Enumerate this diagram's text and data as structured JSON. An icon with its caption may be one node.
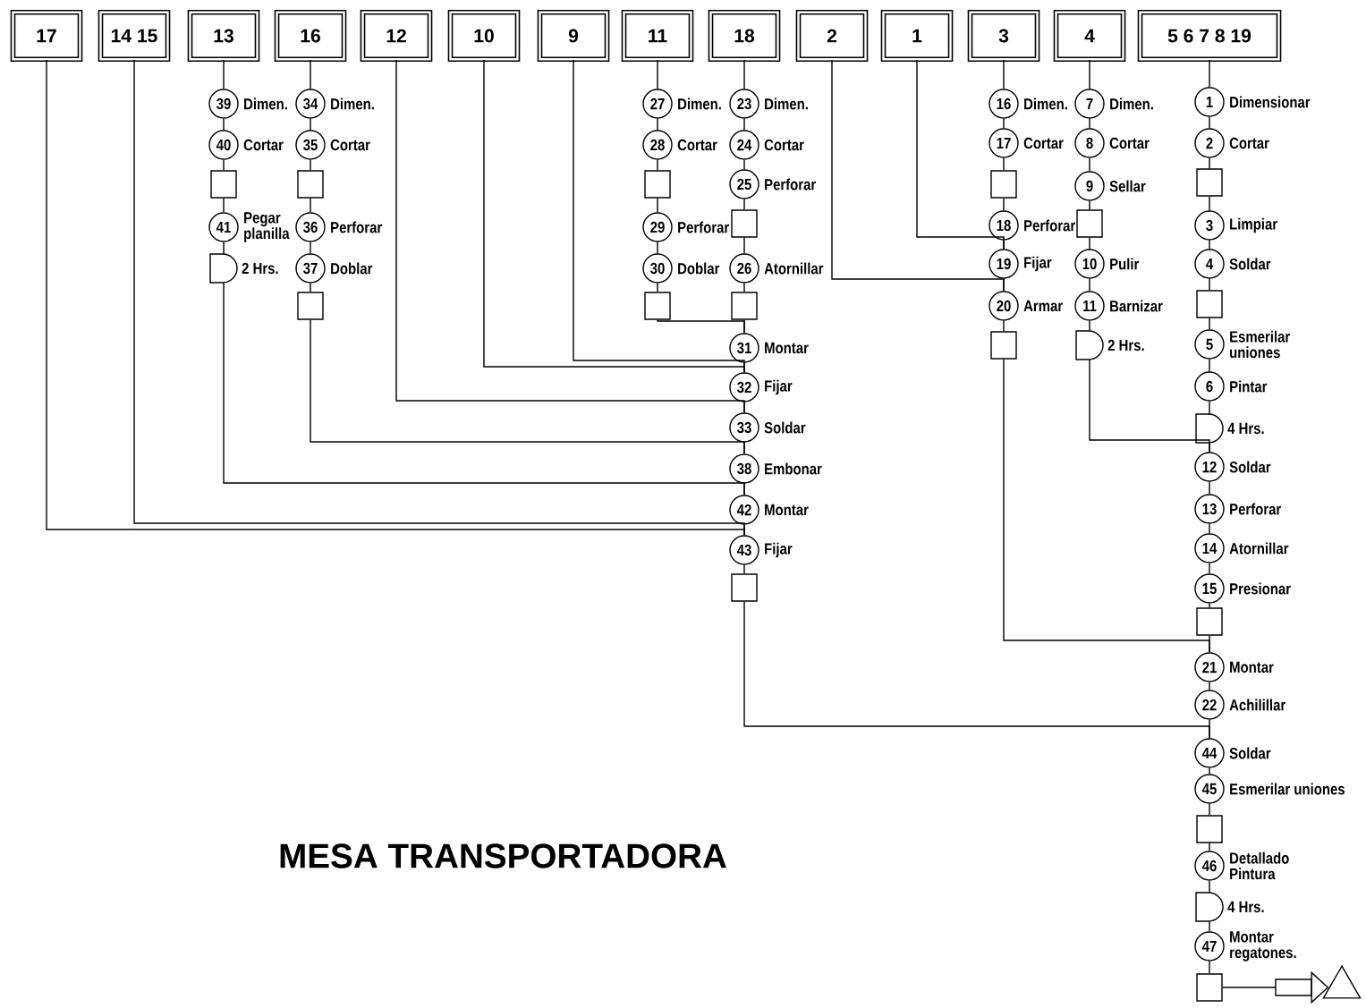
{
  "diagram": {
    "title": "MESA TRANSPORTADORA",
    "nodes": [
      {
        "text": [
          "17"
        ]
      },
      {
        "text": [
          "14 15"
        ]
      },
      {
        "text": [
          "13"
        ]
      },
      {
        "text": [
          "16"
        ]
      },
      {
        "text": [
          "12"
        ]
      },
      {
        "text": [
          "10"
        ]
      },
      {
        "text": [
          "9"
        ]
      },
      {
        "text": [
          "11"
        ]
      },
      {
        "text": [
          "18"
        ]
      },
      {
        "text": [
          "2"
        ]
      },
      {
        "text": [
          "1"
        ]
      },
      {
        "text": [
          "3"
        ]
      },
      {
        "text": [
          "4"
        ]
      },
      {
        "text": [
          "5 6 7 8 19"
        ]
      },
      {
        "text": [
          "39"
        ],
        "beside": [
          "Dimen."
        ]
      },
      {
        "text": [
          "40"
        ],
        "beside": [
          "Cortar"
        ]
      },
      {
        "text": [],
        "shape": "box"
      },
      {
        "text": [
          "41"
        ],
        "beside": [
          "Pegar planilla"
        ]
      },
      {
        "text": [],
        "shape": "semicircle",
        "beside": [
          "2 Hrs."
        ]
      },
      {
        "text": [
          "34"
        ],
        "beside": [
          "Dimen."
        ]
      },
      {
        "text": [
          "35"
        ],
        "beside": [
          "Cortar"
        ]
      },
      {
        "text": [],
        "shape": "box"
      },
      {
        "text": [
          "36"
        ],
        "beside": [
          "Perforar"
        ]
      },
      {
        "text": [
          "37"
        ],
        "beside": [
          "Doblar"
        ]
      },
      {
        "text": [],
        "shape": "box"
      },
      {
        "text": [
          "27"
        ],
        "beside": [
          "Dimen."
        ]
      },
      {
        "text": [
          "28"
        ],
        "beside": [
          "Cortar"
        ]
      },
      {
        "text": [],
        "shape": "box"
      },
      {
        "text": [
          "29"
        ],
        "beside": [
          "Perforar"
        ]
      },
      {
        "text": [
          "30"
        ],
        "beside": [
          "Doblar"
        ]
      },
      {
        "text": [],
        "shape": "box"
      },
      {
        "text": [
          "23"
        ],
        "beside": [
          "Dimen."
        ]
      },
      {
        "text": [
          "24"
        ],
        "beside": [
          "Cortar"
        ]
      },
      {
        "text": [
          "25"
        ],
        "beside": [
          "Perforar"
        ]
      },
      {
        "text": [],
        "shape": "box"
      },
      {
        "text": [
          "26"
        ],
        "beside": [
          "Atornillar"
        ]
      },
      {
        "text": [],
        "shape": "box"
      },
      {
        "text": [
          "31"
        ],
        "beside": [
          "Montar"
        ]
      },
      {
        "text": [
          "32"
        ],
        "beside": [
          "Fijar"
        ]
      },
      {
        "text": [
          "33"
        ],
        "beside": [
          "Soldar"
        ]
      },
      {
        "text": [
          "38"
        ],
        "beside": [
          "Embonar"
        ]
      },
      {
        "text": [
          "42"
        ],
        "beside": [
          "Montar"
        ]
      },
      {
        "text": [
          "43"
        ],
        "beside": [
          "Fijar"
        ]
      },
      {
        "text": [],
        "shape": "box"
      },
      {
        "text": [
          "16"
        ],
        "beside": [
          "Dimen."
        ]
      },
      {
        "text": [
          "17"
        ],
        "beside": [
          "Cortar"
        ]
      },
      {
        "text": [],
        "shape": "box"
      },
      {
        "text": [
          "18"
        ],
        "beside": [
          "Perforar"
        ]
      },
      {
        "text": [
          "19"
        ],
        "beside": [
          "Fijar"
        ]
      },
      {
        "text": [
          "20"
        ],
        "beside": [
          "Armar"
        ]
      },
      {
        "text": [],
        "shape": "box"
      },
      {
        "text": [
          "7"
        ],
        "beside": [
          "Dimen."
        ]
      },
      {
        "text": [
          "8"
        ],
        "beside": [
          "Cortar"
        ]
      },
      {
        "text": [
          "9"
        ],
        "beside": [
          "Sellar"
        ]
      },
      {
        "text": [],
        "shape": "box"
      },
      {
        "text": [
          "10"
        ],
        "beside": [
          "Pulir"
        ]
      },
      {
        "text": [
          "11"
        ],
        "beside": [
          "Barnizar"
        ]
      },
      {
        "text": [],
        "shape": "semicircle",
        "beside": [
          "2 Hrs."
        ]
      },
      {
        "text": [
          "1"
        ],
        "beside": [
          "Dimensionar"
        ]
      },
      {
        "text": [
          "2"
        ],
        "beside": [
          "Cortar"
        ]
      },
      {
        "text": [],
        "shape": "box"
      },
      {
        "text": [
          "3"
        ],
        "beside": [
          "Limpiar"
        ]
      },
      {
        "text": [
          "4"
        ],
        "beside": [
          "Soldar"
        ]
      },
      {
        "text": [],
        "shape": "box"
      },
      {
        "text": [
          "5"
        ],
        "beside": [
          "Esmerilar uniones"
        ]
      },
      {
        "text": [
          "6"
        ],
        "beside": [
          "Pintar"
        ]
      },
      {
        "text": [],
        "shape": "semicircle",
        "beside": [
          "4 Hrs."
        ]
      },
      {
        "text": [
          "12"
        ],
        "beside": [
          "Soldar"
        ]
      },
      {
        "text": [
          "13"
        ],
        "beside": [
          "Perforar"
        ]
      },
      {
        "text": [
          "14"
        ],
        "beside": [
          "Atornillar"
        ]
      },
      {
        "text": [
          "15"
        ],
        "beside": [
          "Presionar"
        ]
      },
      {
        "text": [],
        "shape": "box"
      },
      {
        "text": [
          "21"
        ],
        "beside": [
          "Montar"
        ]
      },
      {
        "text": [
          "22"
        ],
        "beside": [
          "Achilillar"
        ]
      },
      {
        "text": [
          "44"
        ],
        "beside": [
          "Soldar"
        ]
      },
      {
        "text": [
          "45"
        ],
        "beside": [
          "Esmerilar uniones"
        ]
      },
      {
        "text": [],
        "shape": "box"
      },
      {
        "text": [
          "46"
        ],
        "beside": [
          "Detallado Pintura"
        ]
      },
      {
        "text": [],
        "shape": "semicircle",
        "beside": [
          "4 Hrs."
        ]
      },
      {
        "text": [
          "47"
        ],
        "beside": [
          "Montar regatones."
        ]
      },
      {
        "text": [],
        "shape": "box"
      },
      {
        "text": [],
        "shape": "triangle"
      }
    ],
    "edges": [
      {
        "from": 2,
        "to": 14,
        "arrow": "none"
      },
      {
        "from": 3,
        "to": 19,
        "arrow": "none"
      },
      {
        "from": 7,
        "to": 25,
        "arrow": "none"
      },
      {
        "from": 8,
        "to": 31,
        "arrow": "none"
      },
      {
        "from": 11,
        "to": 44,
        "arrow": "none"
      },
      {
        "from": 12,
        "to": 51,
        "arrow": "none"
      },
      {
        "from": 13,
        "to": 58,
        "arrow": "none"
      },
      {
        "from": 14,
        "to": 15,
        "arrow": "none"
      },
      {
        "from": 15,
        "to": 16,
        "arrow": "none"
      },
      {
        "from": 16,
        "to": 17,
        "arrow": "none"
      },
      {
        "from": 17,
        "to": 18,
        "arrow": "none"
      },
      {
        "from": 19,
        "to": 20,
        "arrow": "none"
      },
      {
        "from": 20,
        "to": 21,
        "arrow": "none"
      },
      {
        "from": 21,
        "to": 22,
        "arrow": "none"
      },
      {
        "from": 22,
        "to": 23,
        "arrow": "none"
      },
      {
        "from": 23,
        "to": 24,
        "arrow": "none"
      },
      {
        "from": 25,
        "to": 26,
        "arrow": "none"
      },
      {
        "from": 26,
        "to": 27,
        "arrow": "none"
      },
      {
        "from": 27,
        "to": 28,
        "arrow": "none"
      },
      {
        "from": 28,
        "to": 29,
        "arrow": "none"
      },
      {
        "from": 29,
        "to": 30,
        "arrow": "none"
      },
      {
        "from": 31,
        "to": 32,
        "arrow": "none"
      },
      {
        "from": 32,
        "to": 33,
        "arrow": "none"
      },
      {
        "from": 33,
        "to": 34,
        "arrow": "none"
      },
      {
        "from": 34,
        "to": 35,
        "arrow": "none"
      },
      {
        "from": 35,
        "to": 36,
        "arrow": "none"
      },
      {
        "from": 36,
        "to": 37,
        "arrow": "none"
      },
      {
        "from": 37,
        "to": 38,
        "arrow": "none"
      },
      {
        "from": 38,
        "to": 39,
        "arrow": "none"
      },
      {
        "from": 39,
        "to": 40,
        "arrow": "none"
      },
      {
        "from": 40,
        "to": 41,
        "arrow": "none"
      },
      {
        "from": 41,
        "to": 42,
        "arrow": "none"
      },
      {
        "from": 42,
        "to": 43,
        "arrow": "none"
      },
      {
        "from": 30,
        "to": 37,
        "arrow": "none"
      },
      {
        "from": 5,
        "to": 38,
        "arrow": "none"
      },
      {
        "from": 6,
        "to": 38,
        "arrow": "none"
      },
      {
        "from": 4,
        "to": 39,
        "arrow": "none"
      },
      {
        "from": 24,
        "to": 40,
        "arrow": "none"
      },
      {
        "from": 18,
        "to": 41,
        "arrow": "none"
      },
      {
        "from": 0,
        "to": 42,
        "arrow": "none"
      },
      {
        "from": 1,
        "to": 42,
        "arrow": "none"
      },
      {
        "from": 43,
        "to": 74,
        "arrow": "none"
      },
      {
        "from": 44,
        "to": 45,
        "arrow": "none"
      },
      {
        "from": 45,
        "to": 46,
        "arrow": "none"
      },
      {
        "from": 46,
        "to": 47,
        "arrow": "none"
      },
      {
        "from": 47,
        "to": 48,
        "arrow": "none"
      },
      {
        "from": 48,
        "to": 49,
        "arrow": "none"
      },
      {
        "from": 49,
        "to": 50,
        "arrow": "none"
      },
      {
        "from": 10,
        "to": 48,
        "arrow": "none"
      },
      {
        "from": 9,
        "to": 49,
        "arrow": "none"
      },
      {
        "from": 50,
        "to": 72,
        "arrow": "none"
      },
      {
        "from": 51,
        "to": 52,
        "arrow": "none"
      },
      {
        "from": 52,
        "to": 53,
        "arrow": "none"
      },
      {
        "from": 53,
        "to": 54,
        "arrow": "none"
      },
      {
        "from": 54,
        "to": 55,
        "arrow": "none"
      },
      {
        "from": 55,
        "to": 56,
        "arrow": "none"
      },
      {
        "from": 56,
        "to": 57,
        "arrow": "none"
      },
      {
        "from": 57,
        "to": 67,
        "arrow": "none"
      },
      {
        "from": 58,
        "to": 59,
        "arrow": "none"
      },
      {
        "from": 59,
        "to": 60,
        "arrow": "none"
      },
      {
        "from": 60,
        "to": 61,
        "arrow": "none"
      },
      {
        "from": 61,
        "to": 62,
        "arrow": "none"
      },
      {
        "from": 62,
        "to": 63,
        "arrow": "none"
      },
      {
        "from": 63,
        "to": 64,
        "arrow": "none"
      },
      {
        "from": 64,
        "to": 65,
        "arrow": "none"
      },
      {
        "from": 65,
        "to": 66,
        "arrow": "none"
      },
      {
        "from": 66,
        "to": 67,
        "arrow": "none"
      },
      {
        "from": 67,
        "to": 68,
        "arrow": "none"
      },
      {
        "from": 68,
        "to": 69,
        "arrow": "none"
      },
      {
        "from": 69,
        "to": 70,
        "arrow": "none"
      },
      {
        "from": 70,
        "to": 71,
        "arrow": "none"
      },
      {
        "from": 71,
        "to": 72,
        "arrow": "none"
      },
      {
        "from": 72,
        "to": 73,
        "arrow": "none"
      },
      {
        "from": 73,
        "to": 74,
        "arrow": "none"
      },
      {
        "from": 74,
        "to": 75,
        "arrow": "none"
      },
      {
        "from": 75,
        "to": 76,
        "arrow": "none"
      },
      {
        "from": 76,
        "to": 77,
        "arrow": "none"
      },
      {
        "from": 77,
        "to": 78,
        "arrow": "none"
      },
      {
        "from": 78,
        "to": 79,
        "arrow": "none"
      },
      {
        "from": 79,
        "to": 80,
        "arrow": "none"
      },
      {
        "from": 80,
        "to": 81,
        "arrow": "to"
      }
    ]
  }
}
